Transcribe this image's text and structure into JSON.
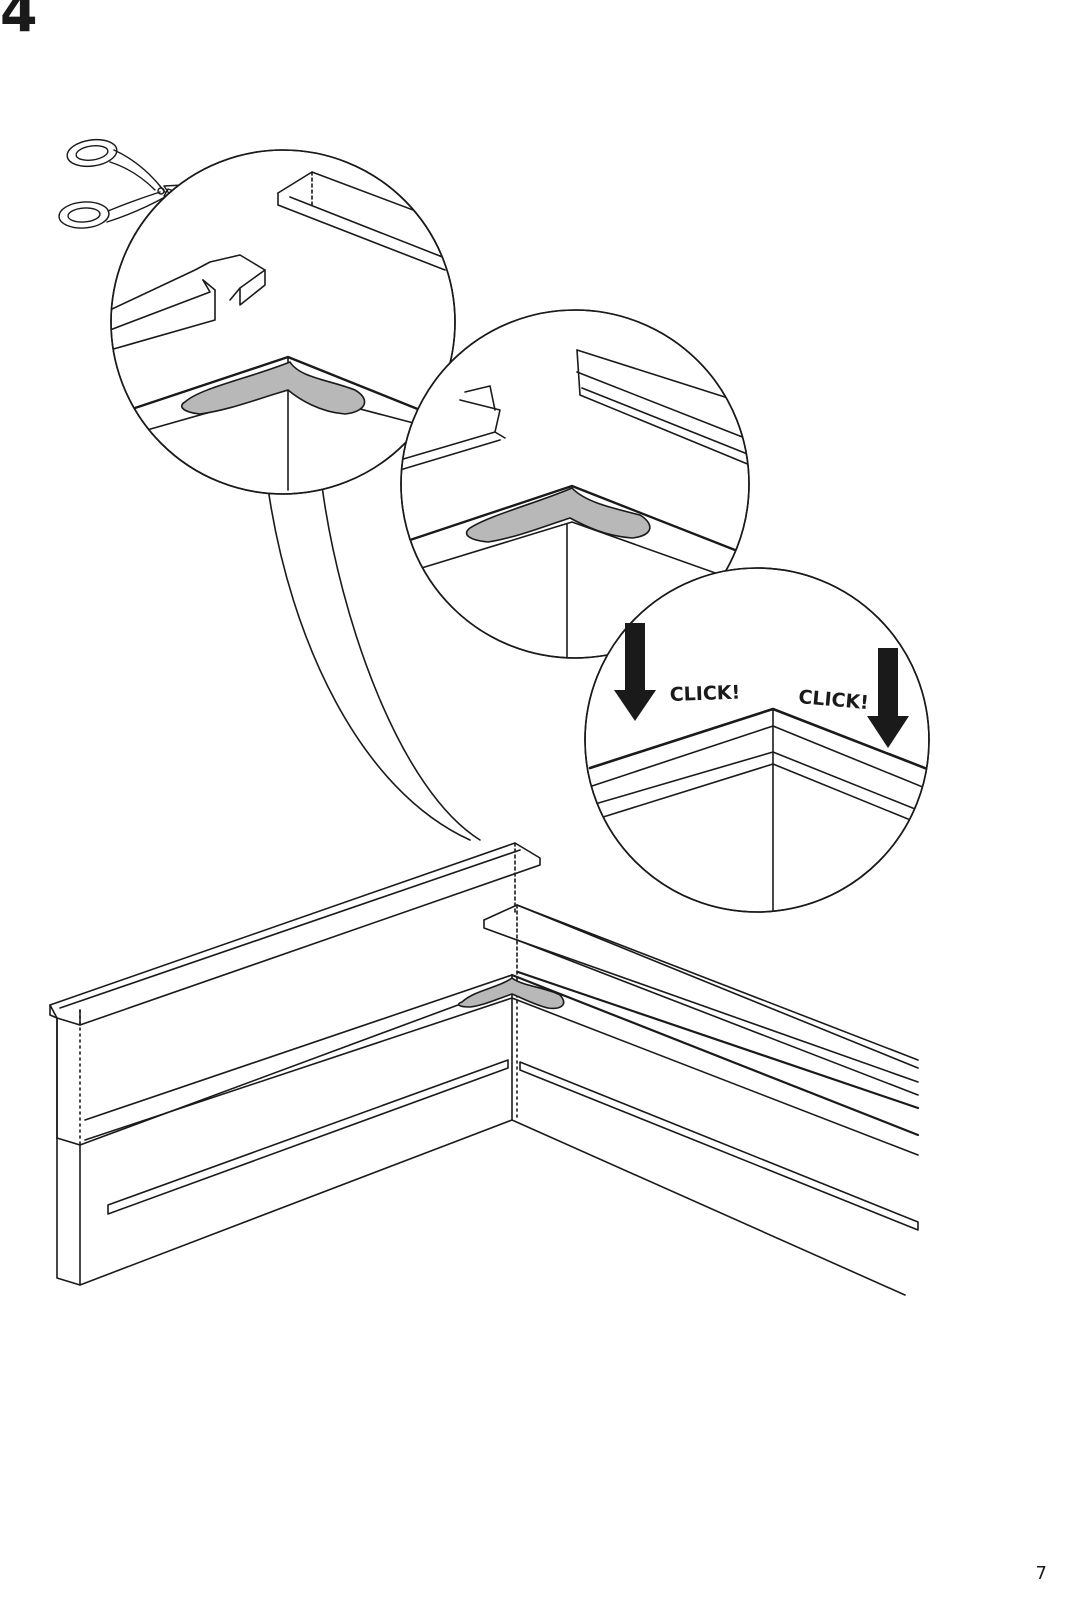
{
  "step": {
    "number": "4"
  },
  "callout": {
    "click_left": "CLICK!",
    "click_right": "CLICK!"
  },
  "page": {
    "number": "7"
  },
  "colors": {
    "ink": "#1a1a1a",
    "adhesive": "#b8b8b8"
  }
}
